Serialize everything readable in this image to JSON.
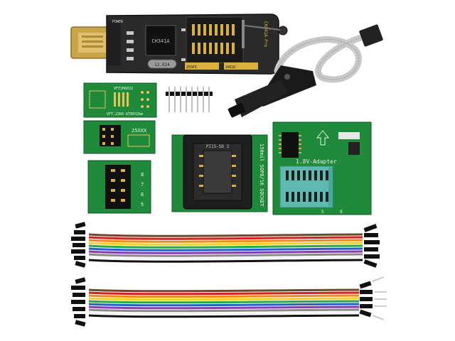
{
  "labels": {
    "programmer_chip": "CH341A",
    "programmer_power": "POWER",
    "programmer_crystal": "12.024",
    "programmer_header_1": "25SPI",
    "programmer_header_2": "24I2C",
    "programmer_vertical": "CH341A-Pro",
    "adapter_a_top": "VFT2H6022",
    "adapter_a_bottom": "VFT-2366 KT8032bm",
    "adapter_b": "25XXX",
    "socket_label": "150mil SOP8/16 SOCKET",
    "socket_chip": "PI15-SD 2",
    "adapter_18v": "1.8V-Adapter",
    "zif_pin_5": "5",
    "zif_pin_8": "8",
    "adapter_c_pins": [
      "8",
      "7",
      "6",
      "5"
    ]
  },
  "colors": {
    "pcb_green": "#1f8a3a",
    "pcb_dark": "#146a2a",
    "zif_teal": "#5fb9b0",
    "usb_gold": "#c9a64a",
    "socket_black": "#1e1e1e",
    "ribbon": [
      "#6a4a2a",
      "#d62020",
      "#f08a1a",
      "#f2d21a",
      "#2aa84a",
      "#2060d0",
      "#8a3ab0",
      "#8a8a8a",
      "#f4f4f4",
      "#111111"
    ]
  }
}
